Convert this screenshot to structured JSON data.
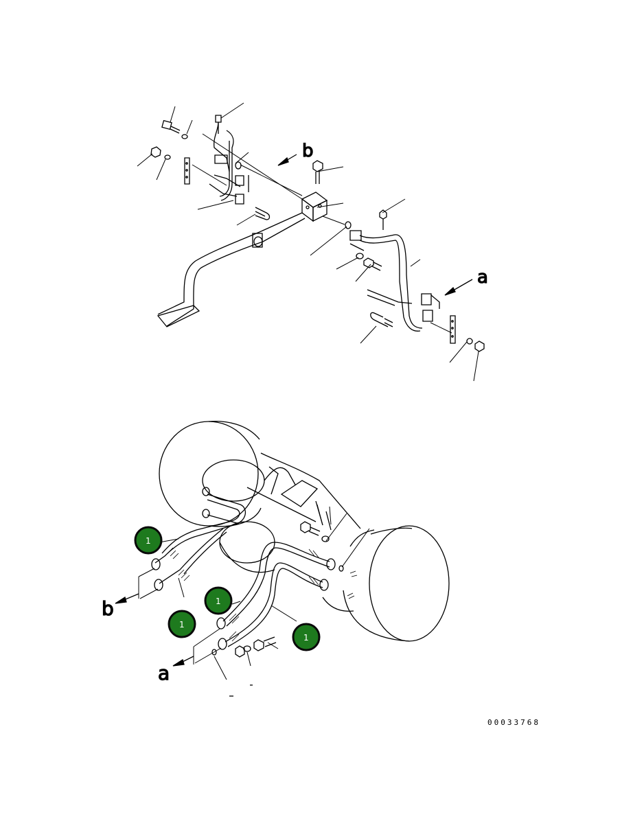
{
  "diagram": {
    "top_view_labels": {
      "a": "a",
      "b": "b"
    },
    "bottom_view_labels": {
      "a": "a",
      "b": "b"
    },
    "callouts": [
      {
        "text": "1"
      },
      {
        "text": "1"
      },
      {
        "text": "1"
      },
      {
        "text": "1"
      }
    ],
    "callout_color": "#1e7a1e",
    "document_number": "00033768"
  }
}
